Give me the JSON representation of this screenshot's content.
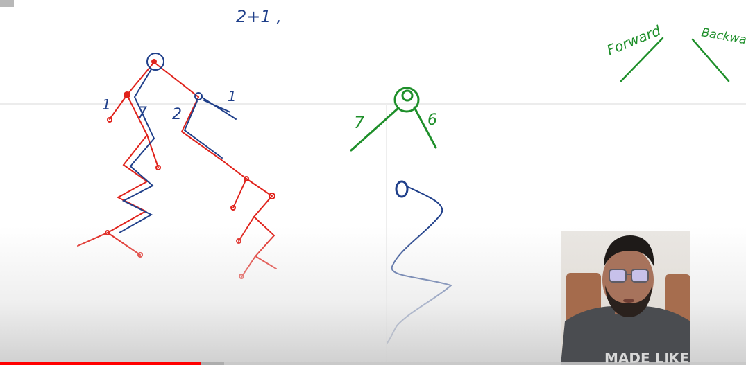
{
  "player": {
    "progress_fraction": 0.27,
    "buffer_fraction": 0.3
  },
  "board": {
    "top_note": "2+1 ,",
    "tree_labels": {
      "left_one": "1",
      "left_seven": "7",
      "right_two": "2",
      "right_one": "1",
      "green_seven": "7",
      "green_six": "6"
    },
    "traversal_labels": {
      "forward": "Forward",
      "backward": "Backward"
    }
  },
  "colors": {
    "red_ink": "#e0221b",
    "blue_ink": "#1f3f8a",
    "green_ink": "#1e8f2a",
    "progress_red": "#ff0000"
  },
  "webcam": {
    "shirt_text": "MADE LIKE"
  }
}
